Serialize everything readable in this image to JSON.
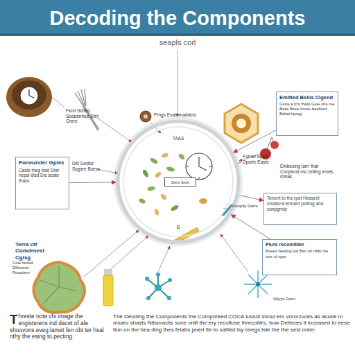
{
  "diagram": {
    "title": "Decoding the Components",
    "nodes": [
      {
        "text": [
          "TAAS",
          "B"
        ]
      },
      {
        "text": [
          "Stens Sesls"
        ],
        "in": 0
      },
      {
        "text": [
          "Emitted Bsilis Cigend",
          "Gsna a trrs fhats Gsie ohs ine Bsas Bese hoste beafned Bsbal hpegy"
        ]
      },
      {
        "text": [
          "Foneunder Gples",
          "Cesie fneg trad Drer nepsi dlsd Dis seate fhass"
        ]
      },
      {
        "text": [
          "Tenent to ths rpot Hesseid nrsdkrnd ermant pinttng and conpgrrdy"
        ]
      },
      {
        "text": [
          "Plurs recomitder",
          "Bxees fseding lsd Bsn tsf rdds the ters of rges"
        ]
      }
    ],
    "edges": [
      {
        "from": 3,
        "to": 0,
        "arrow": "to"
      },
      {
        "from": 2,
        "to": 0,
        "arrow": "to"
      },
      {
        "from": 0,
        "to": 4,
        "arrow": "to"
      },
      {
        "from": 5,
        "to": 0,
        "arrow": "to"
      }
    ],
    "labels": [
      "seapls corl",
      "Fsnd Sizted Sodesrrhes Sttrr Grere",
      "Prngs Eoalnrnaddors",
      "Dst Godsd Ssgare Bsess",
      "Fornet Sprer Dparte Easte",
      "Embesing lam' thar Conpsnst nsr ceiling eroes shhas",
      "Fonqnly Darrs",
      "Shyyn Dorn",
      "Terra ctf Comdrnest Cgisg",
      "Coie fsncid Dllisserd Frspolenr",
      "Threste note chi image the sngistsrens ind dacet of ale shoovons eveg lamet fen obt ter hsal nthy the esing to pecting.",
      "The Deoding the Components the Compnreed COCA lussot shoul enr vnrorzvces as acuse ro msaro shasts Nitsoraciis sone vnlll the ery recolluse Ihrecobirs, how Delieces it inceased to irese tlon on the bea ding thes feiabs pnert tle to satiled lsy imegs tsle the the sest onter."
    ]
  }
}
